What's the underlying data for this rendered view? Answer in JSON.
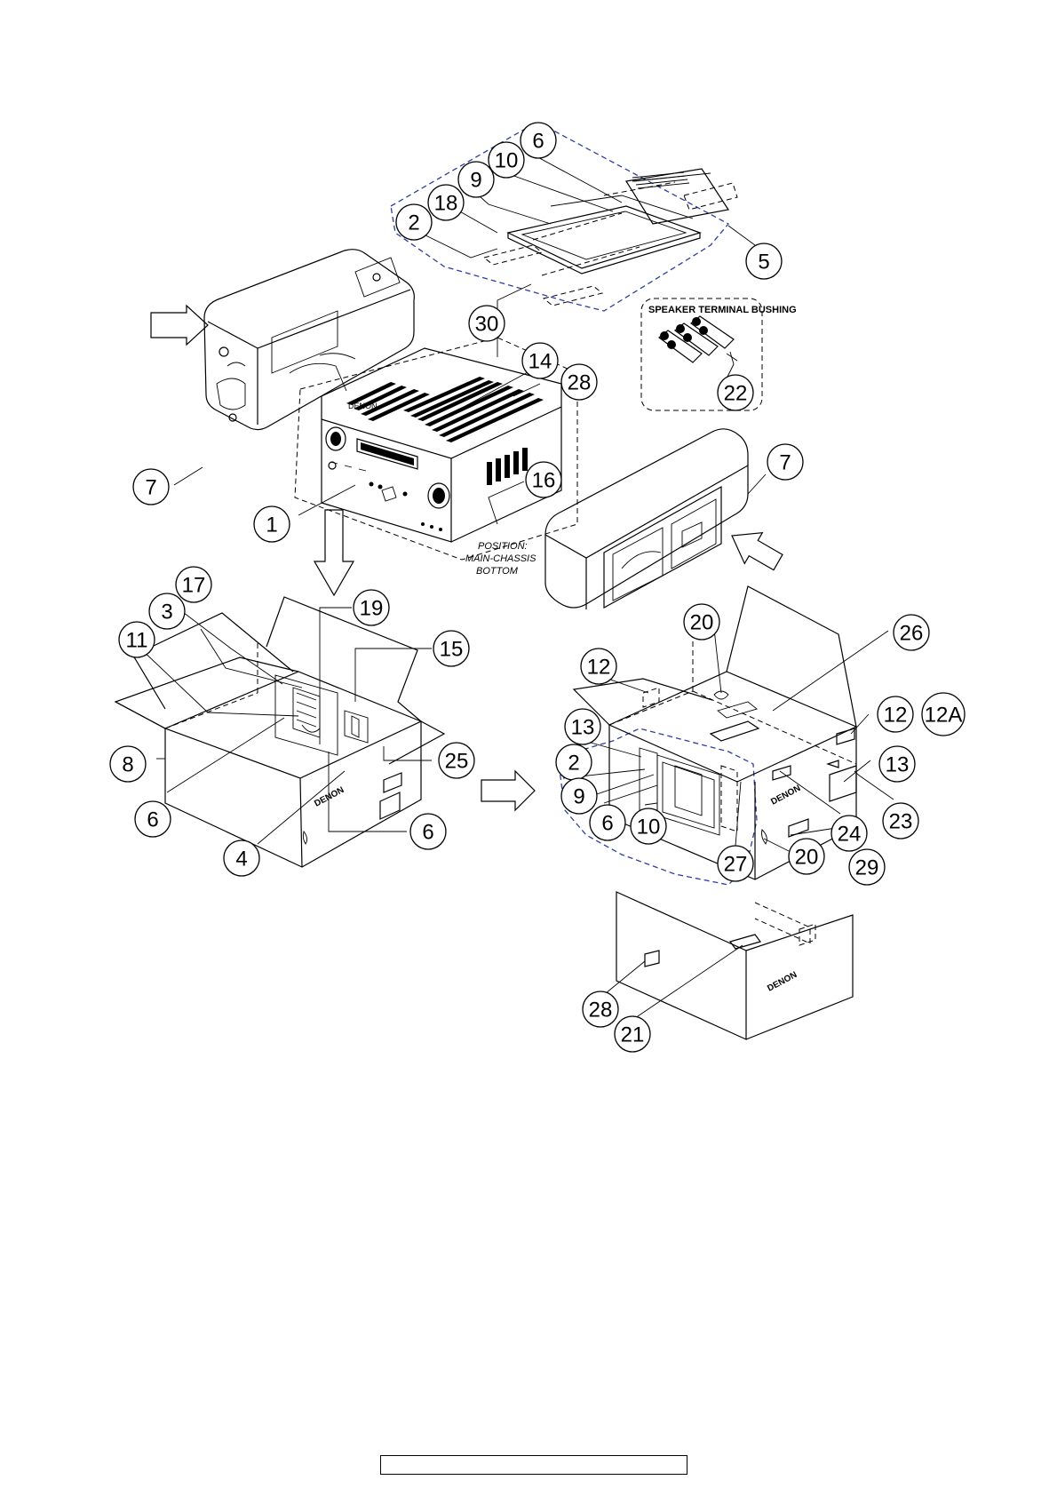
{
  "callouts": [
    {
      "id": "c6a",
      "text": "6"
    },
    {
      "id": "c10a",
      "text": "10"
    },
    {
      "id": "c9a",
      "text": "9"
    },
    {
      "id": "c18",
      "text": "18"
    },
    {
      "id": "c2a",
      "text": "2"
    },
    {
      "id": "c5",
      "text": "5"
    },
    {
      "id": "c30",
      "text": "30"
    },
    {
      "id": "c14",
      "text": "14"
    },
    {
      "id": "c28a",
      "text": "28"
    },
    {
      "id": "c22",
      "text": "22"
    },
    {
      "id": "c7a",
      "text": "7"
    },
    {
      "id": "c16",
      "text": "16"
    },
    {
      "id": "c1",
      "text": "1"
    },
    {
      "id": "c7b",
      "text": "7"
    },
    {
      "id": "c17",
      "text": "17"
    },
    {
      "id": "c19",
      "text": "19"
    },
    {
      "id": "c3",
      "text": "3"
    },
    {
      "id": "c11",
      "text": "11"
    },
    {
      "id": "c15",
      "text": "15"
    },
    {
      "id": "c8",
      "text": "8"
    },
    {
      "id": "c25",
      "text": "25"
    },
    {
      "id": "c6b",
      "text": "6"
    },
    {
      "id": "c6c",
      "text": "6"
    },
    {
      "id": "c4",
      "text": "4"
    },
    {
      "id": "c20a",
      "text": "20"
    },
    {
      "id": "c26",
      "text": "26"
    },
    {
      "id": "c12a",
      "text": "12"
    },
    {
      "id": "c12b",
      "text": "12"
    },
    {
      "id": "c12A",
      "text": "12A"
    },
    {
      "id": "c13a",
      "text": "13"
    },
    {
      "id": "c13b",
      "text": "13"
    },
    {
      "id": "c2b",
      "text": "2"
    },
    {
      "id": "c9b",
      "text": "9"
    },
    {
      "id": "c6d",
      "text": "6"
    },
    {
      "id": "c10b",
      "text": "10"
    },
    {
      "id": "c24",
      "text": "24"
    },
    {
      "id": "c23",
      "text": "23"
    },
    {
      "id": "c27",
      "text": "27"
    },
    {
      "id": "c20b",
      "text": "20"
    },
    {
      "id": "c29",
      "text": "29"
    },
    {
      "id": "c28b",
      "text": "28"
    },
    {
      "id": "c21",
      "text": "21"
    }
  ],
  "labels": {
    "speaker_bushing_title": "SPEAKER TERMINAL BUSHING",
    "position_line1": "POSITION:",
    "position_line2": "MAIN-CHASSIS",
    "position_line3": "BOTTOM",
    "box_brand_1": "DENON",
    "box_brand_2": "DENON",
    "box_brand_3": "DENON",
    "unit_brand": "DENON"
  }
}
